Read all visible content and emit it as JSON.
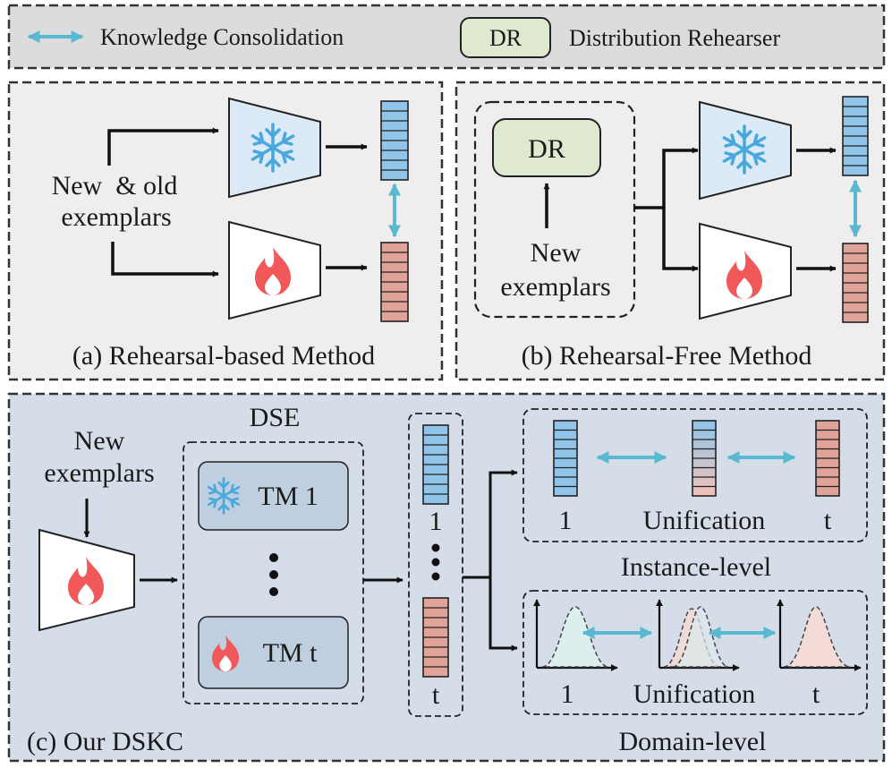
{
  "legend": {
    "consolidation_label": "Knowledge Consolidation",
    "dr_box_label": "DR",
    "dr_description": "Distribution Rehearser"
  },
  "panel_a": {
    "input_line1": "New  & old",
    "input_line2": "exemplars",
    "caption": "(a) Rehearsal-based Method"
  },
  "panel_b": {
    "dr_label": "DR",
    "input_line1": "New",
    "input_line2": "exemplars",
    "caption": "(b) Rehearsal-Free Method"
  },
  "panel_c": {
    "input_line1": "New",
    "input_line2": "exemplars",
    "dse_title": "DSE",
    "tm_first": "TM 1",
    "tm_last": "TM t",
    "feature_first": "1",
    "feature_last": "t",
    "instance": {
      "left": "1",
      "middle": "Unification",
      "right": "t",
      "title": "Instance-level"
    },
    "domain": {
      "left": "1",
      "middle": "Unification",
      "right": "t",
      "title": "Domain-level"
    },
    "caption": "(c) Our DSKC"
  },
  "colors": {
    "blue_feature": "#90c4ea",
    "red_feature": "#e0a399",
    "frozen_encoder": "#dceaf7",
    "arrow_cyan": "#5ab8d0",
    "flame": "#f0585a",
    "snowflake": "#4aa8dc",
    "dr_box": "#dfe9cf",
    "panel_c_bg": "#d4dde8"
  }
}
